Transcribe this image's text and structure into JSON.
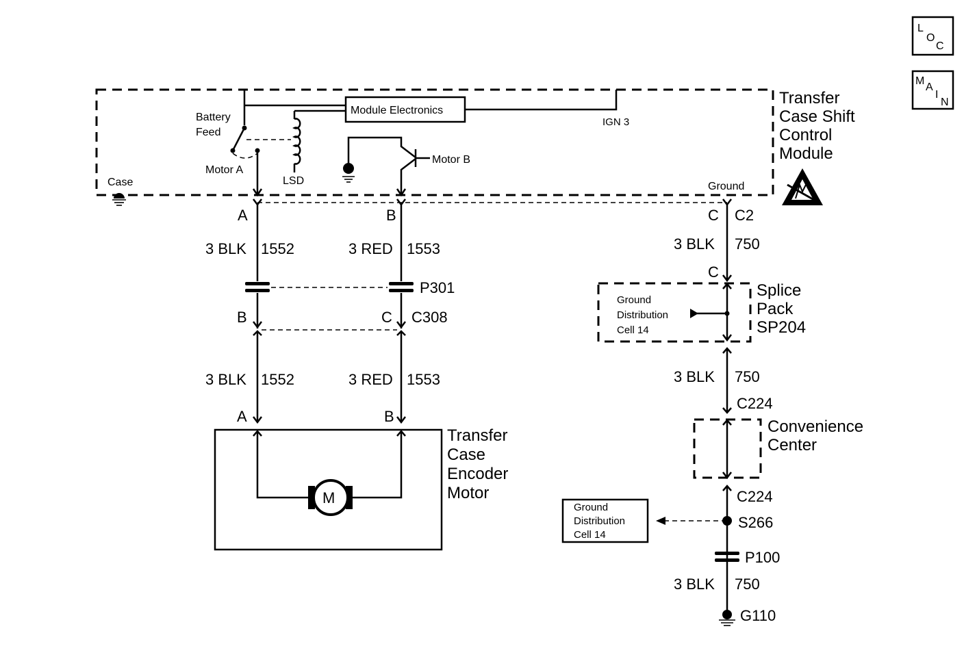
{
  "nav": {
    "loc": [
      "L",
      "O",
      "C"
    ],
    "main": [
      "M",
      "A",
      "I",
      "N"
    ]
  },
  "module": {
    "title": [
      "Transfer",
      "Case Shift",
      "Control",
      "Module"
    ],
    "electronics": "Module Electronics",
    "battery_feed": [
      "Battery",
      "Feed"
    ],
    "ign": "IGN 3",
    "motor_a": "Motor A",
    "motor_b": "Motor B",
    "lsd": "LSD",
    "case": "Case",
    "ground": "Ground"
  },
  "left_circuit": {
    "pin_a_top": "A",
    "pin_b_top": "B",
    "wire_a": "3 BLK",
    "circuit_a": "1552",
    "wire_b": "3 RED",
    "circuit_b": "1553",
    "splice_p301": "P301",
    "pin_b_mid": "B",
    "pin_c_mid": "C",
    "connector_c308": "C308",
    "wire_a2": "3 BLK",
    "circuit_a2": "1552",
    "wire_b2": "3 RED",
    "circuit_b2": "1553",
    "pin_a_bot": "A",
    "pin_b_bot": "B"
  },
  "encoder_motor": {
    "title": [
      "Transfer",
      "Case",
      "Encoder",
      "Motor"
    ],
    "symbol": "M"
  },
  "right_circuit": {
    "pin_c_top": "C",
    "connector_c2": "C2",
    "wire_1": "3 BLK",
    "circuit_1": "750",
    "pin_c_splice": "C",
    "splice_pack": [
      "Splice",
      "Pack",
      "SP204"
    ],
    "ground_dist": [
      "Ground",
      "Distribution",
      "Cell 14"
    ],
    "wire_2": "3 BLK",
    "circuit_2": "750",
    "connector_c224_top": "C224",
    "convenience_center": [
      "Convenience",
      "Center"
    ],
    "connector_c224_bot": "C224",
    "splice_s266": "S266",
    "ground_dist_box": [
      "Ground",
      "Distribution",
      "Cell 14"
    ],
    "splice_p100": "P100",
    "wire_3": "3 BLK",
    "circuit_3": "750",
    "ground_g110": "G110"
  }
}
